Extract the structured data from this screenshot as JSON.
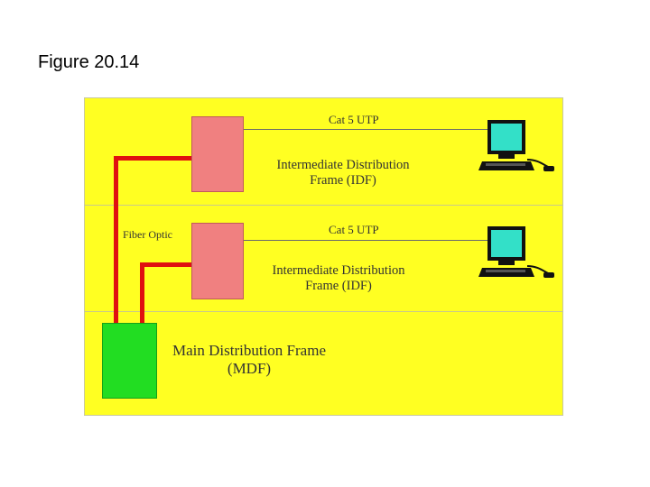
{
  "figure": {
    "title": "Figure 20.14"
  },
  "diagram": {
    "colors": {
      "background": "#ffff22",
      "idf": "#f08080",
      "mdf": "#22dd22",
      "fiber": "#e01010",
      "monitor_screen": "#33e0c8"
    },
    "floors": [
      {
        "utp_label": "Cat 5 UTP",
        "idf_label": [
          "Intermediate Distribution",
          "Frame (IDF)"
        ],
        "workstation_icon": "computer-workstation-icon"
      },
      {
        "utp_label": "Cat 5 UTP",
        "idf_label": [
          "Intermediate Distribution",
          "Frame (IDF)"
        ],
        "workstation_icon": "computer-workstation-icon"
      }
    ],
    "fiber_label": "Fiber Optic",
    "mdf_label": [
      "Main Distribution Frame",
      "(MDF)"
    ]
  }
}
